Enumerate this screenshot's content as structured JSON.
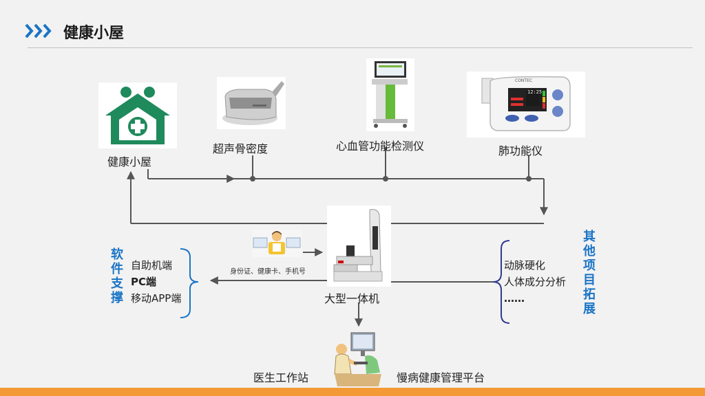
{
  "header": {
    "title": "健康小屋"
  },
  "devices": {
    "house": "健康小屋",
    "bone_density": "超声骨密度",
    "cardio": "心血管功能检测仪",
    "lung": "肺功能仪"
  },
  "center": {
    "label": "大型一体机",
    "id_input": "身份证、健康卡、手机号"
  },
  "software_support": {
    "title_chars": [
      "软",
      "件",
      "支",
      "撑"
    ],
    "items": [
      "自助机端",
      "PC端",
      "移动APP端"
    ]
  },
  "other_projects": {
    "title_chars": [
      "其",
      "他",
      "项",
      "目",
      "拓",
      "展"
    ],
    "items": [
      "动脉硬化",
      "人体成分分析",
      "……"
    ]
  },
  "bottom": {
    "left": "医生工作站",
    "right": "慢病健康管理平台"
  },
  "device_screens": {
    "lung_brand": "CONTEC",
    "lung_readout": "12:25"
  },
  "colors": {
    "accent_blue": "#1a74c6",
    "house_green": "#1f8a5c",
    "bottom_bar": "#f39a36",
    "line": "#555555"
  }
}
